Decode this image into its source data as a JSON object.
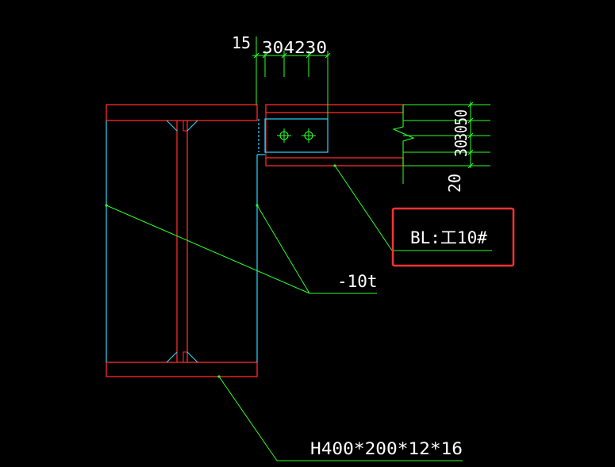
{
  "colors": {
    "background": "#000000",
    "red": "#ff2a2a",
    "cyan": "#2ad6ff",
    "green": "#2aff2a",
    "white": "#ffffff",
    "highlight_box": "#ff3333"
  },
  "dimensions": {
    "top_left": "15",
    "top_chain": "304230",
    "right_chain": "3050",
    "right_chain_2": "30",
    "right_bottom": "20"
  },
  "labels": {
    "beam": "BL:工10#",
    "plate": "-10t",
    "column": "H400*200*12*16"
  }
}
